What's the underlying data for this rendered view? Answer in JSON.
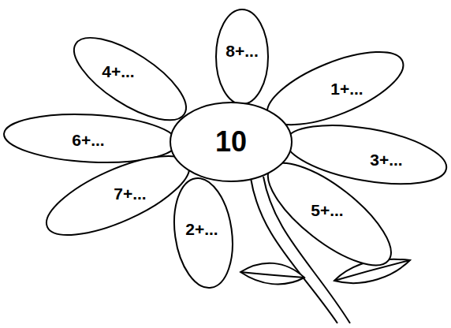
{
  "diagram": {
    "nodes": [
      {
        "text": [
          "8+..."
        ]
      },
      {
        "text": [
          "4+..."
        ]
      },
      {
        "text": [
          "1+..."
        ]
      },
      {
        "text": [
          "6+..."
        ]
      },
      {
        "text": [
          "10"
        ]
      },
      {
        "text": [
          "3+..."
        ]
      },
      {
        "text": [
          "7+..."
        ]
      },
      {
        "text": [
          "5+..."
        ]
      },
      {
        "text": [
          "2+..."
        ]
      }
    ]
  }
}
